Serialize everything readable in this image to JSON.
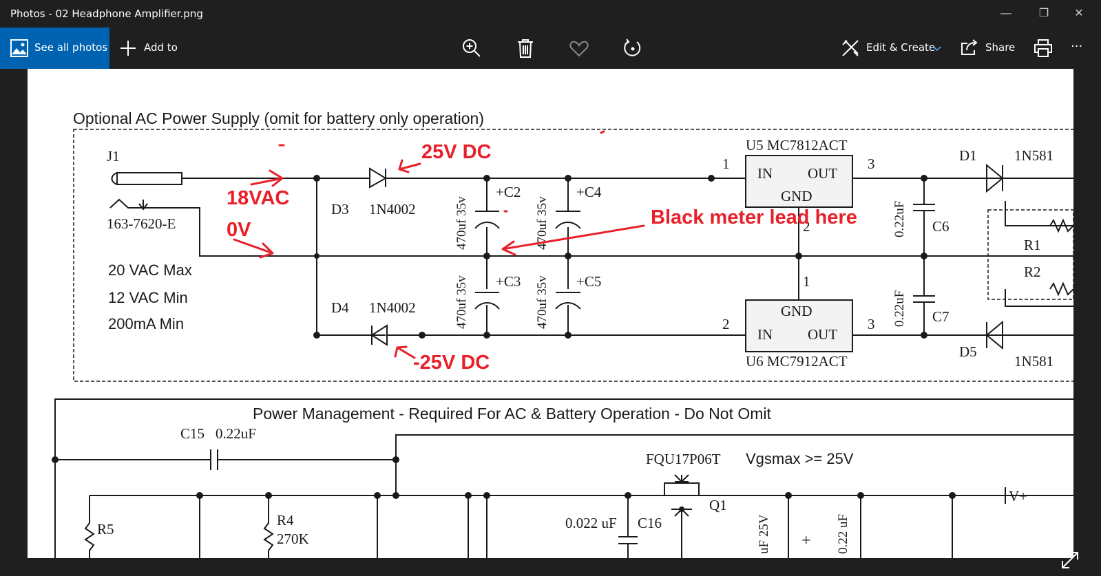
{
  "window": {
    "title": "Photos - 02 Headphone Amplifier.png",
    "controls": [
      "minimize-icon",
      "restore-icon",
      "close-icon"
    ]
  },
  "toolbar": {
    "see_all_photos": "See all photos",
    "add_to": "Add to",
    "edit_create": "Edit & Create",
    "share": "Share",
    "more": "···",
    "icons": [
      "zoom-in-icon",
      "delete-icon",
      "favorite-icon",
      "rotate-icon",
      "print-icon"
    ]
  },
  "image": {
    "ac_section_title": "Optional AC Power Supply (omit for battery only operation)",
    "power_section_title": "Power Management - Required For AC & Battery Operation - Do Not Omit",
    "j1": "J1",
    "jack_part": "163-7620-E",
    "spec_max": "20 VAC Max",
    "spec_min": "12 VAC Min",
    "spec_current": "200mA Min",
    "d3": "D3",
    "d3_part": "1N4002",
    "d4": "D4",
    "d4_part": "1N4002",
    "c2": "+C2",
    "c3": "+C3",
    "c4": "+C4",
    "c5": "+C5",
    "cap_rating": "470uf 35v",
    "u5": "U5  MC7812ACT",
    "u6": "U6  MC7912ACT",
    "pin_in": "IN",
    "pin_out": "OUT",
    "pin_gnd": "GND",
    "pin1": "1",
    "pin2": "2",
    "pin3": "3",
    "c6": "C6",
    "c7": "C7",
    "cap_022": "0.22uF",
    "d1": "D1",
    "d5": "D5",
    "d1_part": "1N581",
    "d5_part": "1N581",
    "r1": "R1",
    "r2": "R2",
    "c15": "C15",
    "c15_value": "0.22uF",
    "mosfet": "FQU17P06T",
    "vgs": "Vgsmax >= 25V",
    "q1": "Q1",
    "vplus": "V+",
    "r5": "R5",
    "r4": "R4",
    "r4_value": "270K",
    "c16_value": "0.022 uF",
    "c16": "C16",
    "cap_25v": "uF 25V",
    "cap_022uf": "0.22 uF",
    "plus": "+"
  },
  "annotations": {
    "color": "#e8202a",
    "v_pos": "25V DC",
    "v_neg": "-25V DC",
    "vac": "18VAC",
    "zero": "0V",
    "black_lead": "Black meter lead here"
  }
}
